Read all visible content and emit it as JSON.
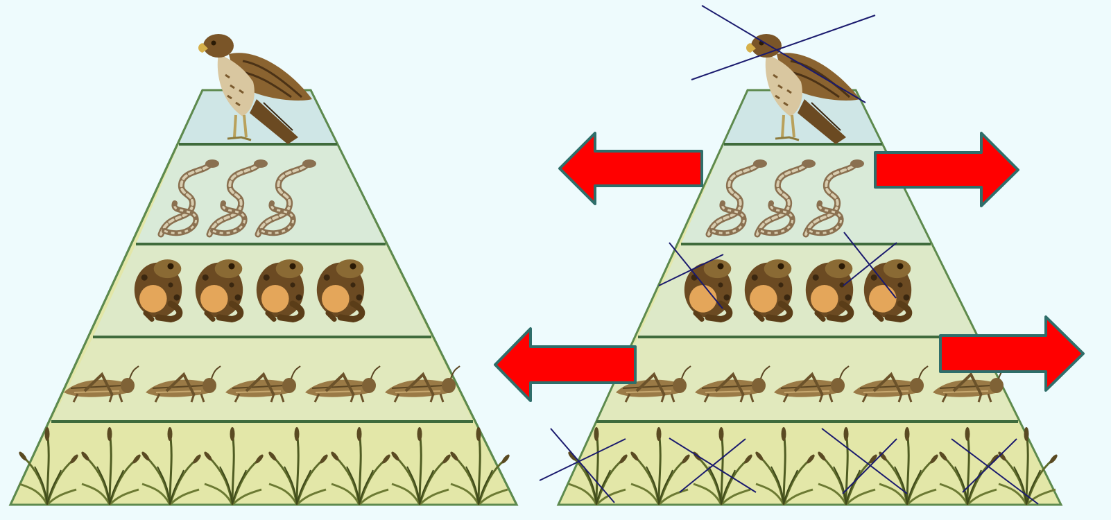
{
  "diagram": {
    "pyramids": [
      {
        "id": "intact",
        "levels": [
          {
            "organism": "hawk",
            "icon": "hawk-icon",
            "count": 1
          },
          {
            "organism": "snake",
            "icon": "snake-icon",
            "count": 3
          },
          {
            "organism": "frog",
            "icon": "frog-icon",
            "count": 4
          },
          {
            "organism": "grasshopper",
            "icon": "grasshopper-icon",
            "count": 5
          },
          {
            "organism": "grass",
            "icon": "grass-icon",
            "count": 8
          }
        ],
        "crossed_out": []
      },
      {
        "id": "disturbed",
        "levels": [
          {
            "organism": "hawk",
            "icon": "hawk-icon",
            "count": 1
          },
          {
            "organism": "snake",
            "icon": "snake-icon",
            "count": 3
          },
          {
            "organism": "frog",
            "icon": "frog-icon",
            "count": 4
          },
          {
            "organism": "grasshopper",
            "icon": "grasshopper-icon",
            "count": 5
          },
          {
            "organism": "grass",
            "icon": "grass-icon",
            "count": 8
          }
        ],
        "crossed_out": [
          "hawk",
          "frog-1",
          "frog-3",
          "grass-1",
          "grass-3",
          "grass-5",
          "grass-7"
        ]
      }
    ],
    "arrows": [
      {
        "direction": "left",
        "beside_level": "snake"
      },
      {
        "direction": "right",
        "beside_level": "snake"
      },
      {
        "direction": "left",
        "beside_level": "grasshopper"
      },
      {
        "direction": "right",
        "beside_level": "grasshopper"
      }
    ],
    "colors": {
      "background": "#eefbfd",
      "apex": "#cfe6e6",
      "level_snake": "#d9ead8",
      "level_frog": "#dde9c8",
      "level_grasshopper": "#e1e9bd",
      "level_grass": "#e3e7a8",
      "level_border": "#3f6b3c",
      "arrow_fill": "#ff0000",
      "arrow_outline": "#2f6e6a",
      "cross_line": "#1a1a6e"
    }
  }
}
